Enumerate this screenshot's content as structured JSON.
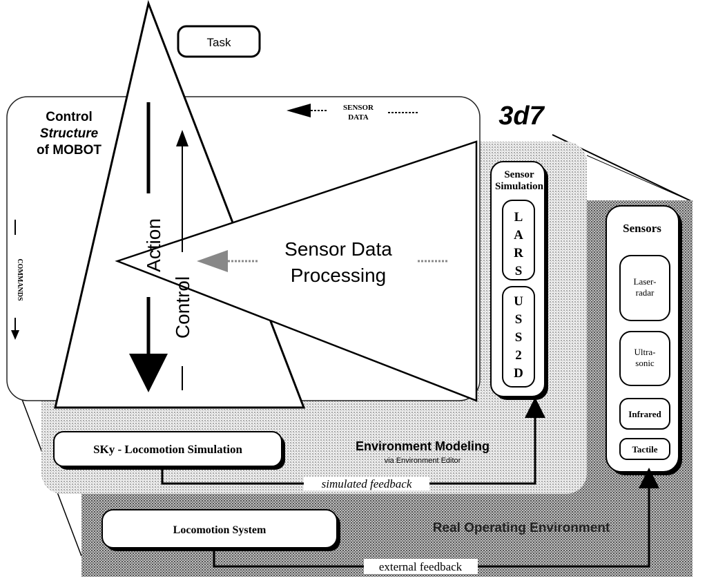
{
  "diagram": {
    "task": "Task",
    "control_structure": [
      "Control",
      "Structure",
      "of MOBOT"
    ],
    "sensor_data_arrow": [
      "SENSOR",
      "DATA"
    ],
    "label_3d7": "3d7",
    "action": "Action",
    "control": "Control",
    "commands": "COMMANDS",
    "sensor_data_processing": [
      "Sensor Data",
      "Processing"
    ],
    "sensor_simulation": {
      "title": [
        "Sensor",
        "Simulation"
      ],
      "items": [
        [
          "L",
          "A",
          "R",
          "S"
        ],
        [
          "U",
          "S",
          "S",
          "2",
          "D"
        ]
      ]
    },
    "sensors": {
      "title": "Sensors",
      "items": [
        [
          "Laser-",
          "radar"
        ],
        [
          "Ultra-",
          "sonic"
        ],
        [
          "Infrared"
        ],
        [
          "Tactile"
        ]
      ]
    },
    "sky_locomotion": "SKy - Locomotion Simulation",
    "environment_modeling": [
      "Environment Modeling",
      "via Environment Editor"
    ],
    "simulated_feedback": "simulated feedback",
    "locomotion_system": "Locomotion System",
    "real_environment": "Real Operating Environment",
    "external_feedback": "external feedback",
    "colors": {
      "ink": "#000000",
      "dark_layer": "#9a9a9a",
      "light_layer": "#d6d6d6",
      "paper": "#ffffff"
    }
  }
}
